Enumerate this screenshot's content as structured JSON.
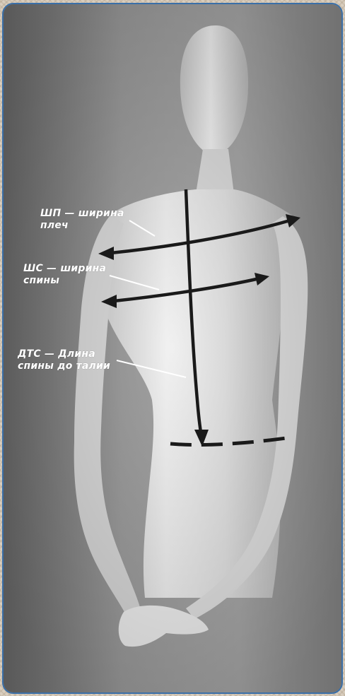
{
  "labels": {
    "shoulder_width": {
      "line1": "ШП — ширина",
      "line2": "плеч"
    },
    "back_width": {
      "line1": "ШС — ширина",
      "line2": "спины"
    },
    "back_length": {
      "line1": "ДТС — Длина",
      "line2": "спины до талии"
    }
  },
  "colors": {
    "frame_border": "#3a6fa8",
    "arrow": "#1a1a1a",
    "pointer": "#ffffff",
    "label_text": "#ffffff"
  }
}
